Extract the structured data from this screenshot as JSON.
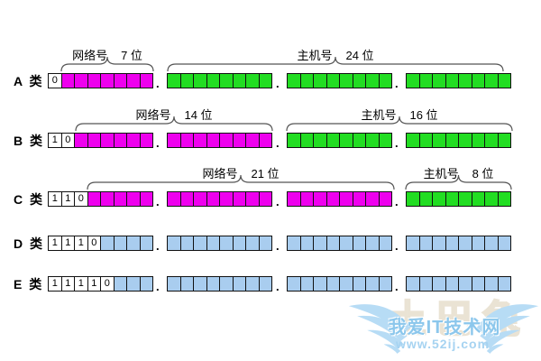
{
  "colors": {
    "magenta": "#ee00ee",
    "green": "#22dd22",
    "blue": "#a9cdef",
    "white": "#ffffff",
    "cell_border": "#111111",
    "brace_line": "#555555",
    "watermark_blue": "#8cc7ec",
    "watermark_light_blue": "#b7dcf5"
  },
  "octet_separator": ".",
  "rows": [
    {
      "label": "A 类",
      "octets": [
        [
          "0",
          "m",
          "m",
          "m",
          "m",
          "m",
          "m",
          "m"
        ],
        [
          "g",
          "g",
          "g",
          "g",
          "g",
          "g",
          "g",
          "g"
        ],
        [
          "g",
          "g",
          "g",
          "g",
          "g",
          "g",
          "g",
          "g"
        ],
        [
          "g",
          "g",
          "g",
          "g",
          "g",
          "g",
          "g",
          "g"
        ]
      ]
    },
    {
      "label": "B 类",
      "octets": [
        [
          "1",
          "0",
          "m",
          "m",
          "m",
          "m",
          "m",
          "m"
        ],
        [
          "m",
          "m",
          "m",
          "m",
          "m",
          "m",
          "m",
          "m"
        ],
        [
          "g",
          "g",
          "g",
          "g",
          "g",
          "g",
          "g",
          "g"
        ],
        [
          "g",
          "g",
          "g",
          "g",
          "g",
          "g",
          "g",
          "g"
        ]
      ]
    },
    {
      "label": "C 类",
      "octets": [
        [
          "1",
          "1",
          "0",
          "m",
          "m",
          "m",
          "m",
          "m"
        ],
        [
          "m",
          "m",
          "m",
          "m",
          "m",
          "m",
          "m",
          "m"
        ],
        [
          "m",
          "m",
          "m",
          "m",
          "m",
          "m",
          "m",
          "m"
        ],
        [
          "g",
          "g",
          "g",
          "g",
          "g",
          "g",
          "g",
          "g"
        ]
      ]
    },
    {
      "label": "D 类",
      "octets": [
        [
          "1",
          "1",
          "1",
          "0",
          "b",
          "b",
          "b",
          "b"
        ],
        [
          "b",
          "b",
          "b",
          "b",
          "b",
          "b",
          "b",
          "b"
        ],
        [
          "b",
          "b",
          "b",
          "b",
          "b",
          "b",
          "b",
          "b"
        ],
        [
          "b",
          "b",
          "b",
          "b",
          "b",
          "b",
          "b",
          "b"
        ]
      ]
    },
    {
      "label": "E 类",
      "octets": [
        [
          "1",
          "1",
          "1",
          "1",
          "0",
          "b",
          "b",
          "b"
        ],
        [
          "b",
          "b",
          "b",
          "b",
          "b",
          "b",
          "b",
          "b"
        ],
        [
          "b",
          "b",
          "b",
          "b",
          "b",
          "b",
          "b",
          "b"
        ],
        [
          "b",
          "b",
          "b",
          "b",
          "b",
          "b",
          "b",
          "b"
        ]
      ]
    }
  ],
  "braces": [
    {
      "name": "网络号",
      "bits": "7 位"
    },
    {
      "name": "主机号",
      "bits": "24 位"
    },
    {
      "name": "网络号",
      "bits": "14 位"
    },
    {
      "name": "主机号",
      "bits": "16 位"
    },
    {
      "name": "网络号",
      "bits": "21 位"
    },
    {
      "name": "主机号",
      "bits": "8 位"
    }
  ],
  "watermark": {
    "site_name": "我爱IT技术网",
    "site_url": "www.52ij.com",
    "shadow_text": "土巴兔",
    "logo": "wings-icon"
  }
}
